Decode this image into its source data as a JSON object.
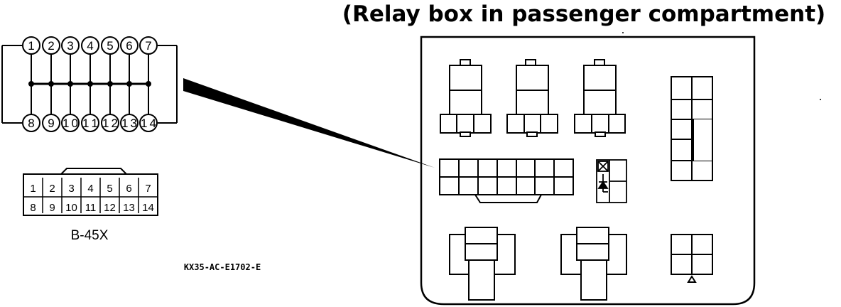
{
  "diagram": {
    "title": "(Relay box in passenger compartment)",
    "connector_id": "B-45X",
    "figure_code": "KX35-AC-E1702-E",
    "top_pins": [
      "1",
      "2",
      "3",
      "4",
      "5",
      "6",
      "7"
    ],
    "bottom_pins": [
      "8",
      "9",
      "10",
      "11",
      "12",
      "13",
      "14"
    ],
    "face_top_row": [
      "1",
      "2",
      "3",
      "4",
      "5",
      "6",
      "7"
    ],
    "face_bottom_row": [
      "8",
      "9",
      "10",
      "11",
      "12",
      "13",
      "14"
    ]
  }
}
